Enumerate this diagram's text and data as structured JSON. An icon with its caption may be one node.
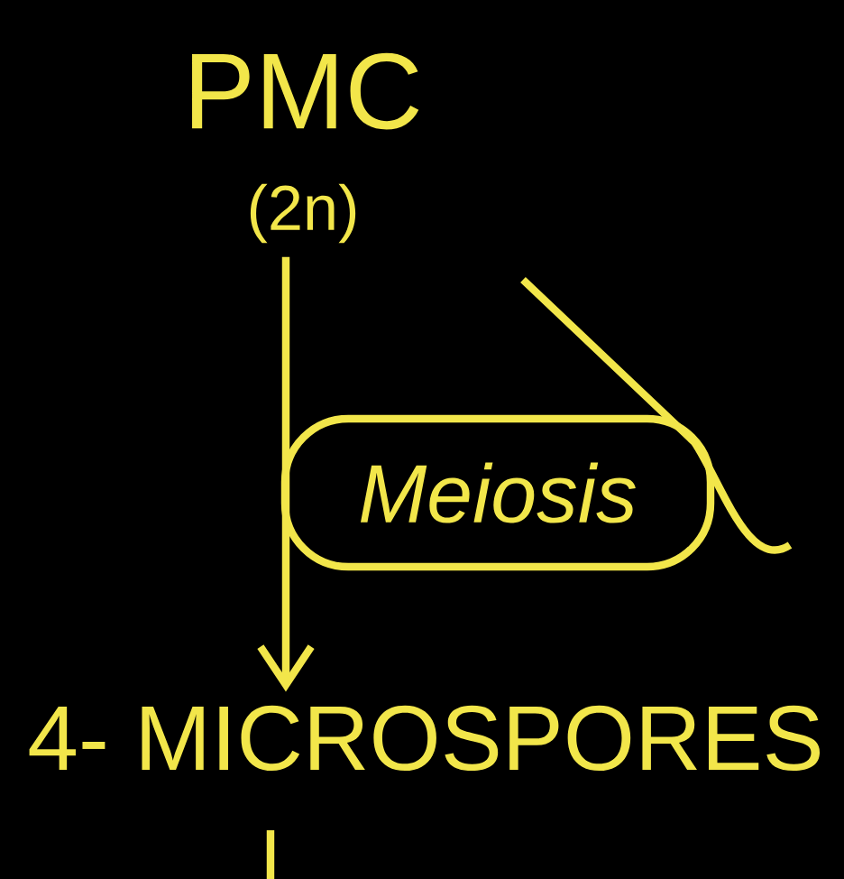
{
  "diagram": {
    "nodes": [
      {
        "text": [
          "PMC",
          "(2n)"
        ]
      },
      {
        "text": [
          "Meiosis"
        ]
      },
      {
        "text": [
          "4- MICROSPORES"
        ]
      }
    ],
    "edges": [
      {
        "from": 0,
        "to": 2,
        "arrow": "to"
      }
    ]
  }
}
